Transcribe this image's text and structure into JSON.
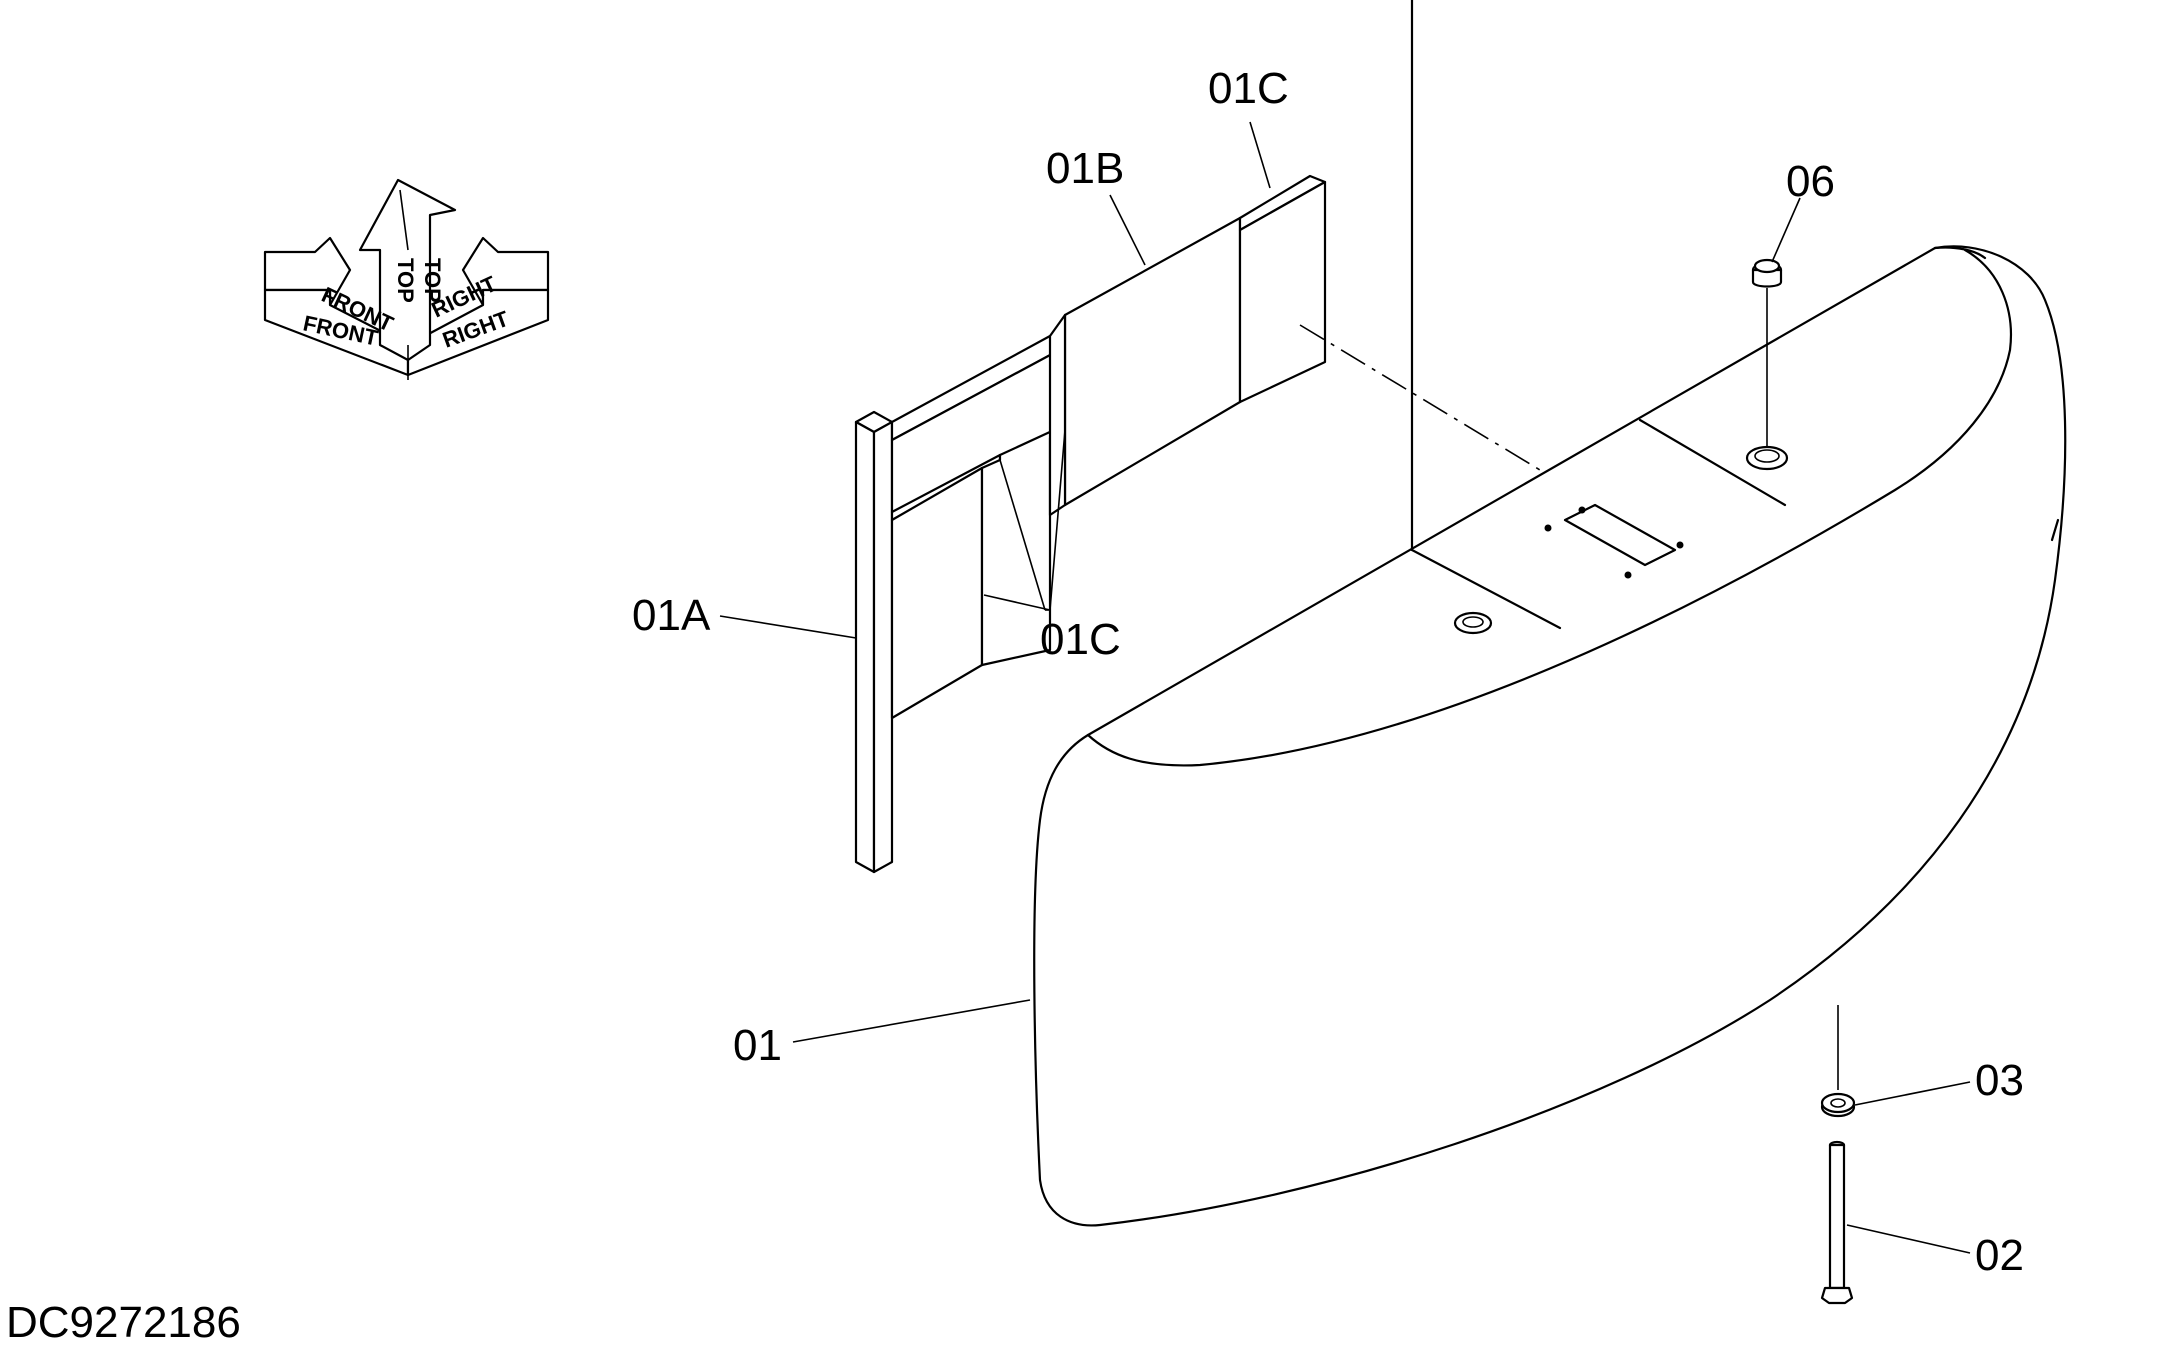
{
  "document_id": "DC9272186",
  "orientation_indicator": {
    "front_label": "FRONT",
    "top_label": "TOP",
    "right_label": "RIGHT"
  },
  "callouts": [
    {
      "id": "01C_top",
      "label": "01C"
    },
    {
      "id": "01B",
      "label": "01B"
    },
    {
      "id": "06",
      "label": "06"
    },
    {
      "id": "01A",
      "label": "01A"
    },
    {
      "id": "01C_mid",
      "label": "01C"
    },
    {
      "id": "01",
      "label": "01"
    },
    {
      "id": "03",
      "label": "03"
    },
    {
      "id": "02",
      "label": "02"
    }
  ]
}
